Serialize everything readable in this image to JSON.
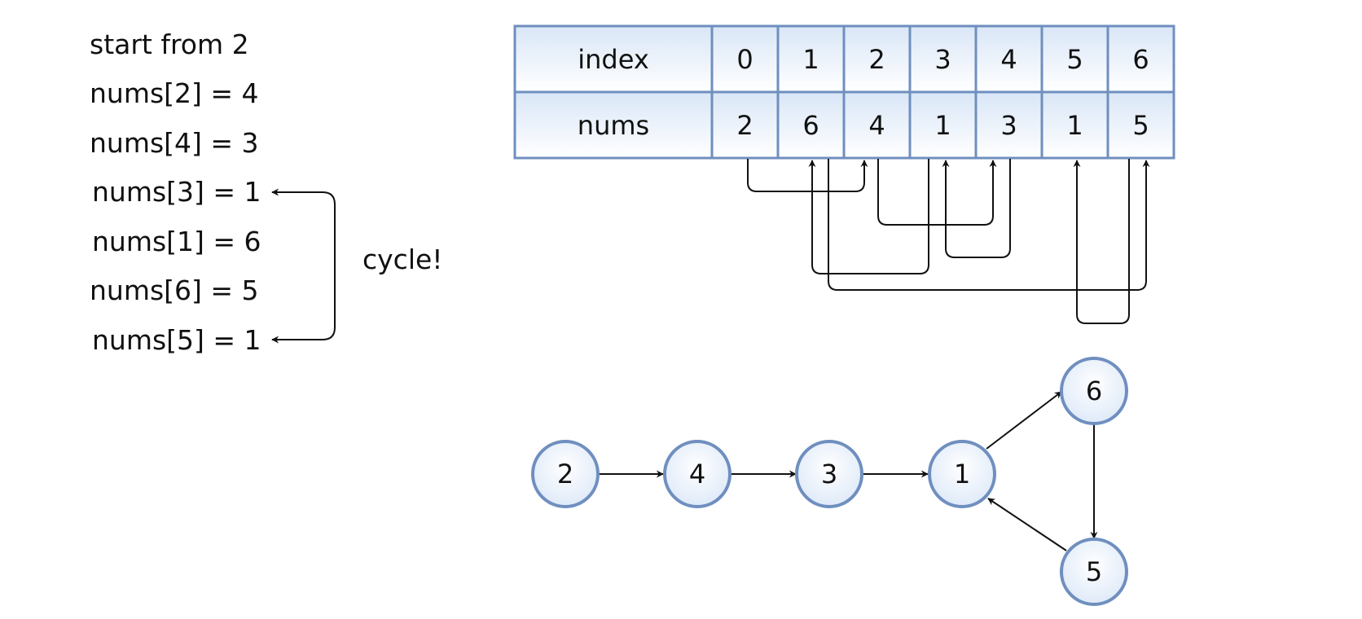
{
  "steps": [
    "start from 2",
    "nums[2] = 4",
    "nums[4] = 3",
    "nums[3] = 1",
    "nums[1] = 6",
    "nums[6] = 5",
    "nums[5] = 1"
  ],
  "cycle_label": "cycle!",
  "table": {
    "row_labels": [
      "index",
      "nums"
    ],
    "index": [
      "0",
      "1",
      "2",
      "3",
      "4",
      "5",
      "6"
    ],
    "nums": [
      "2",
      "6",
      "4",
      "1",
      "3",
      "1",
      "5"
    ]
  },
  "graph": {
    "nodes": [
      "2",
      "4",
      "3",
      "1",
      "6",
      "5"
    ],
    "edges": [
      [
        "2",
        "4"
      ],
      [
        "4",
        "3"
      ],
      [
        "3",
        "1"
      ],
      [
        "1",
        "6"
      ],
      [
        "6",
        "5"
      ],
      [
        "5",
        "1"
      ]
    ]
  }
}
